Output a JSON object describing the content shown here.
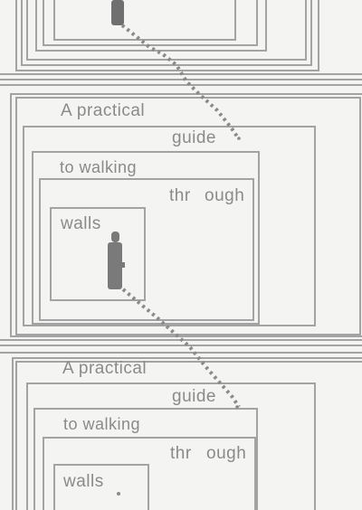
{
  "panels": [
    {
      "line1": "A practical",
      "line2": "guide",
      "line3": "to walking",
      "line4a": "thr",
      "line4b": "ough",
      "line5": "walls"
    },
    {
      "line1": "A practical",
      "line2": "guide",
      "line3": "to walking",
      "line4a": "thr",
      "line4b": "ough",
      "line5": "walls"
    }
  ],
  "colors": {
    "line": "#9a9a9a",
    "figure": "#7a7a7a",
    "paper": "#f4f4f2"
  }
}
